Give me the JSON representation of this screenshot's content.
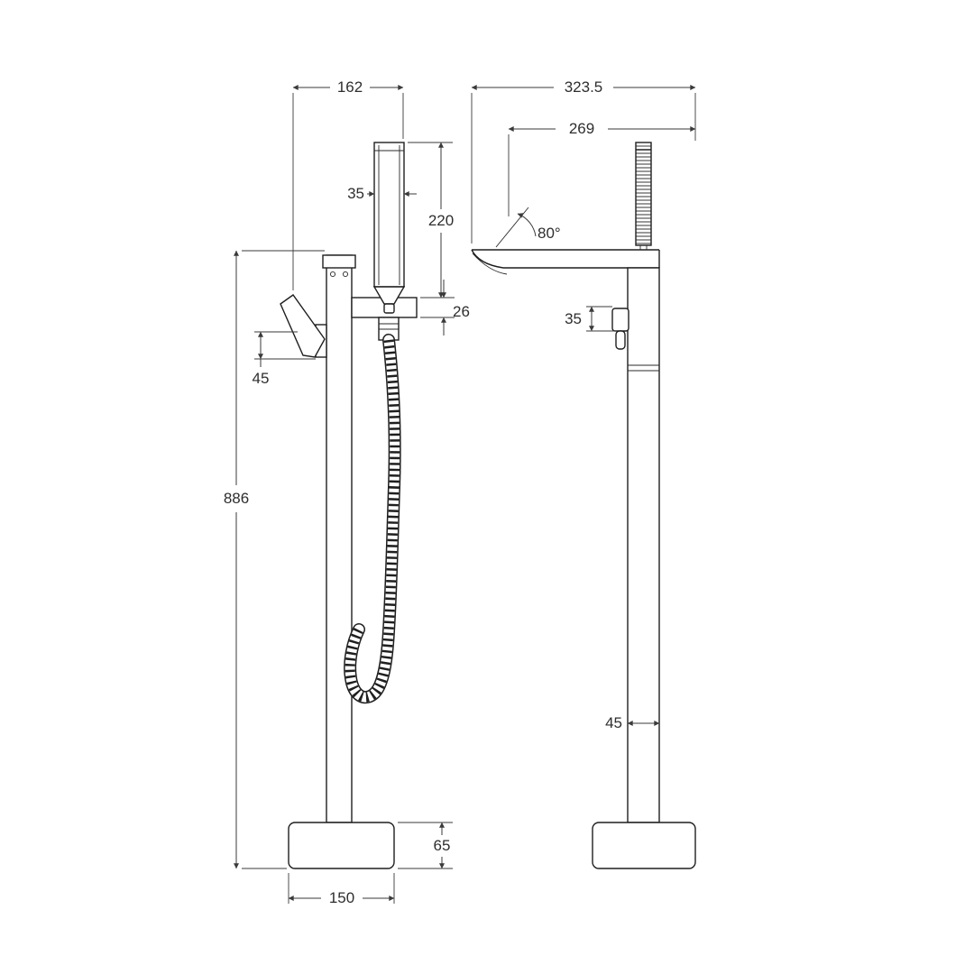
{
  "diagram": {
    "side": {
      "depth": "162",
      "handset_width": "35",
      "handset_length": "220",
      "bracket_height": "26",
      "handle_height": "45",
      "overall_height": "886",
      "base_height": "65",
      "base_diameter": "150"
    },
    "front": {
      "overall_width": "323.5",
      "spout_reach": "269",
      "spout_angle": "80°",
      "handle_height": "35",
      "column_width": "45"
    }
  }
}
